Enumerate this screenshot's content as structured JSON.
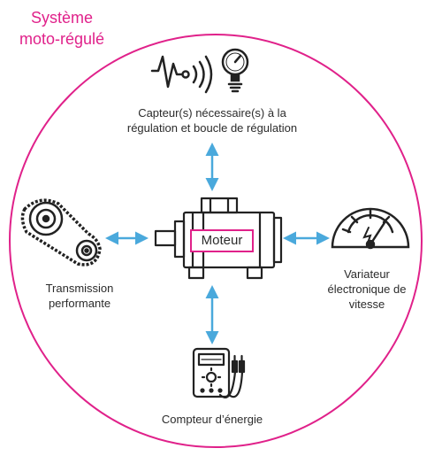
{
  "title": {
    "line1": "Système",
    "line2": "moto-régulé"
  },
  "motor": {
    "label": "Moteur"
  },
  "sensors": {
    "line1": "Capteur(s) nécessaire(s) à la",
    "line2": "régulation et boucle de régulation"
  },
  "transmission": {
    "line1": "Transmission",
    "line2": "performante"
  },
  "variator": {
    "line1": "Variateur",
    "line2": "électronique de",
    "line3": "vitesse"
  },
  "energy_meter": {
    "label": "Compteur d’énergie"
  },
  "colors": {
    "accent": "#e0218a",
    "arrow": "#4aa9dc",
    "icon": "#222222"
  },
  "icons": [
    "signal-sensor-icon",
    "pressure-gauge-icon",
    "motor-icon",
    "chain-transmission-icon",
    "speedometer-icon",
    "multimeter-icon"
  ]
}
